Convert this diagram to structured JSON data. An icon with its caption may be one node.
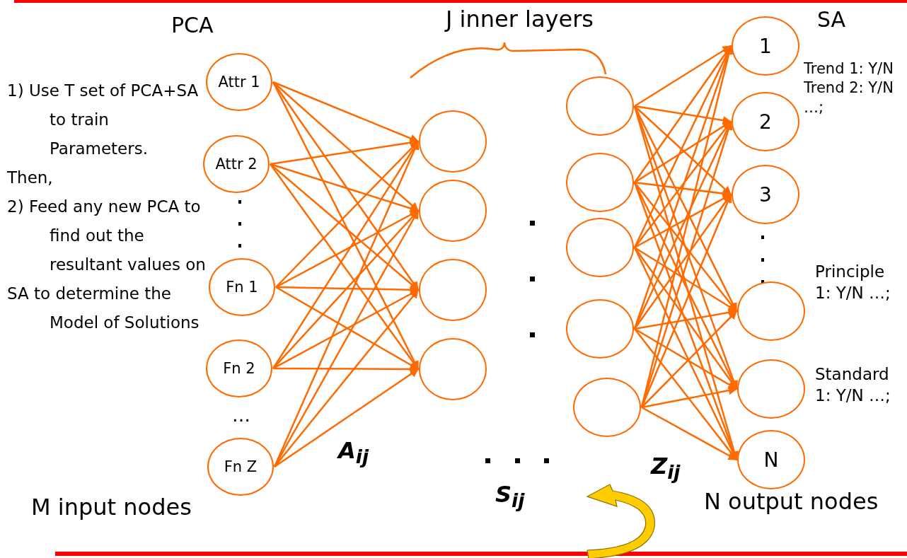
{
  "diagram": {
    "nodes": [
      {
        "text": [
          "Attr 1"
        ]
      },
      {
        "text": [
          "Attr 2"
        ]
      },
      {
        "text": [
          "Fn 1"
        ]
      },
      {
        "text": [
          "Fn 2"
        ]
      },
      {
        "text": [
          "Fn Z"
        ]
      },
      {
        "text": [],
        "shape": "circle"
      },
      {
        "text": [],
        "shape": "circle"
      },
      {
        "text": [],
        "shape": "circle"
      },
      {
        "text": [],
        "shape": "circle"
      },
      {
        "text": [],
        "shape": "circle"
      },
      {
        "text": [],
        "shape": "circle"
      },
      {
        "text": [],
        "shape": "circle"
      },
      {
        "text": [],
        "shape": "circle"
      },
      {
        "text": [],
        "shape": "circle"
      },
      {
        "text": [
          "1"
        ],
        "beside": [
          "Trend 1: Y/N Trend 2: Y/N …;"
        ]
      },
      {
        "text": [
          "2"
        ]
      },
      {
        "text": [
          "3"
        ]
      },
      {
        "text": [],
        "shape": "circle",
        "beside": [
          "Principle 1: Y/N …;"
        ]
      },
      {
        "text": [],
        "shape": "circle",
        "beside": [
          "Standard 1: Y/N …;"
        ]
      },
      {
        "text": [
          "N"
        ]
      }
    ],
    "edges": [
      {
        "from": 0,
        "to": 5,
        "arrow": "to"
      },
      {
        "from": 0,
        "to": 6,
        "arrow": "to"
      },
      {
        "from": 0,
        "to": 7,
        "arrow": "to"
      },
      {
        "from": 0,
        "to": 8,
        "arrow": "to"
      },
      {
        "from": 1,
        "to": 5,
        "arrow": "to"
      },
      {
        "from": 1,
        "to": 6,
        "arrow": "to"
      },
      {
        "from": 1,
        "to": 7,
        "arrow": "to"
      },
      {
        "from": 1,
        "to": 8,
        "arrow": "to"
      },
      {
        "from": 2,
        "to": 5,
        "arrow": "to"
      },
      {
        "from": 2,
        "to": 6,
        "arrow": "to"
      },
      {
        "from": 2,
        "to": 7,
        "arrow": "to"
      },
      {
        "from": 2,
        "to": 8,
        "arrow": "to"
      },
      {
        "from": 3,
        "to": 5,
        "arrow": "to"
      },
      {
        "from": 3,
        "to": 6,
        "arrow": "to"
      },
      {
        "from": 3,
        "to": 7,
        "arrow": "to"
      },
      {
        "from": 3,
        "to": 8,
        "arrow": "to"
      },
      {
        "from": 4,
        "to": 5,
        "arrow": "to"
      },
      {
        "from": 4,
        "to": 6,
        "arrow": "to"
      },
      {
        "from": 4,
        "to": 7,
        "arrow": "to"
      },
      {
        "from": 4,
        "to": 8,
        "arrow": "to"
      },
      {
        "from": 9,
        "to": 14,
        "arrow": "to"
      },
      {
        "from": 9,
        "to": 15,
        "arrow": "to"
      },
      {
        "from": 9,
        "to": 16,
        "arrow": "to"
      },
      {
        "from": 9,
        "to": 17,
        "arrow": "to"
      },
      {
        "from": 9,
        "to": 18,
        "arrow": "to"
      },
      {
        "from": 9,
        "to": 19,
        "arrow": "to"
      },
      {
        "from": 10,
        "to": 14,
        "arrow": "to"
      },
      {
        "from": 10,
        "to": 15,
        "arrow": "to"
      },
      {
        "from": 10,
        "to": 16,
        "arrow": "to"
      },
      {
        "from": 10,
        "to": 17,
        "arrow": "to"
      },
      {
        "from": 10,
        "to": 18,
        "arrow": "to"
      },
      {
        "from": 10,
        "to": 19,
        "arrow": "to"
      },
      {
        "from": 11,
        "to": 14,
        "arrow": "to"
      },
      {
        "from": 11,
        "to": 15,
        "arrow": "to"
      },
      {
        "from": 11,
        "to": 16,
        "arrow": "to"
      },
      {
        "from": 11,
        "to": 17,
        "arrow": "to"
      },
      {
        "from": 11,
        "to": 18,
        "arrow": "to"
      },
      {
        "from": 11,
        "to": 19,
        "arrow": "to"
      },
      {
        "from": 12,
        "to": 14,
        "arrow": "to"
      },
      {
        "from": 12,
        "to": 15,
        "arrow": "to"
      },
      {
        "from": 12,
        "to": 16,
        "arrow": "to"
      },
      {
        "from": 12,
        "to": 17,
        "arrow": "to"
      },
      {
        "from": 12,
        "to": 18,
        "arrow": "to"
      },
      {
        "from": 12,
        "to": 19,
        "arrow": "to"
      },
      {
        "from": 13,
        "to": 14,
        "arrow": "to"
      },
      {
        "from": 13,
        "to": 15,
        "arrow": "to"
      },
      {
        "from": 13,
        "to": 16,
        "arrow": "to"
      },
      {
        "from": 13,
        "to": 17,
        "arrow": "to"
      },
      {
        "from": 13,
        "to": 18,
        "arrow": "to"
      },
      {
        "from": 13,
        "to": 19,
        "arrow": "to"
      }
    ],
    "labels": [
      "PCA",
      "J inner layers",
      "SA",
      "1) Use T set of PCA+SA to train Parameters.",
      "Then,",
      "2) Feed any new PCA to find out the resultant values on",
      "SA to determine the Model of Solutions",
      "…",
      "A$_{ij}$",
      "S$_{ij}$",
      "Z$_{ij}$",
      "M input nodes",
      "N output nodes"
    ]
  }
}
